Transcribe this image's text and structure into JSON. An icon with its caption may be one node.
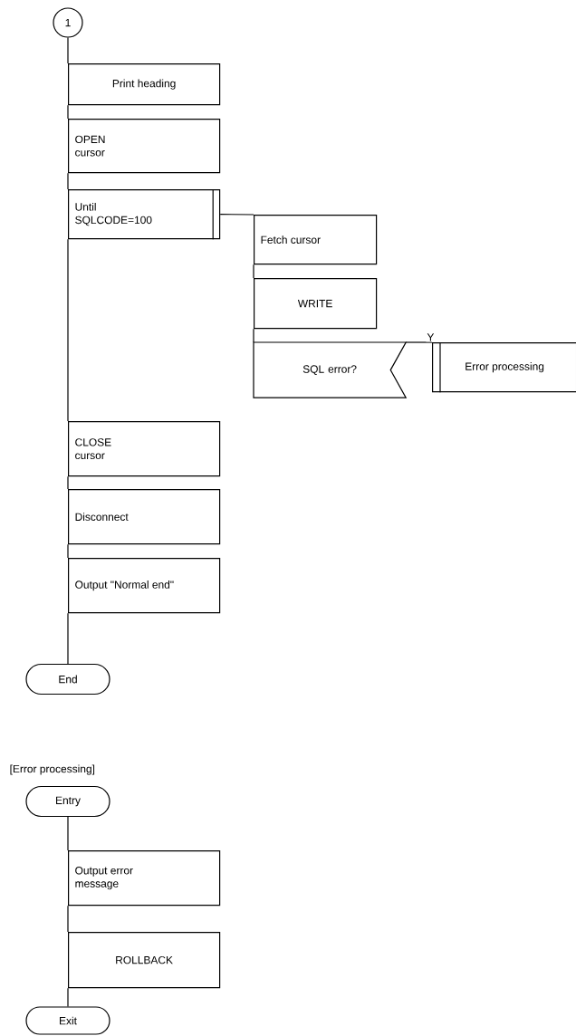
{
  "diagram": {
    "nodes": [
      {
        "text": [
          "1"
        ]
      },
      {
        "text": [
          "Print heading"
        ]
      },
      {
        "text": [
          "OPEN cursor"
        ]
      },
      {
        "text": [
          "Until SQLCODE=100"
        ]
      },
      {
        "text": [
          "Fetch cursor"
        ]
      },
      {
        "text": [
          "WRITE"
        ]
      },
      {
        "text": [
          "SQL error?"
        ]
      },
      {
        "text": [
          "Error processing"
        ]
      },
      {
        "text": [
          "CLOSE cursor"
        ]
      },
      {
        "text": [
          "Disconnect"
        ]
      },
      {
        "text": [
          "Output \"Normal end\""
        ]
      },
      {
        "text": [
          "End"
        ]
      },
      {
        "text": [
          "Entry"
        ]
      },
      {
        "text": [
          "Output error message"
        ]
      },
      {
        "text": [
          "ROLLBACK"
        ]
      },
      {
        "text": [
          "Exit"
        ]
      }
    ],
    "edges": [
      {
        "from": 0,
        "to": 1,
        "arrow": "none"
      },
      {
        "from": 1,
        "to": 2,
        "arrow": "none"
      },
      {
        "from": 2,
        "to": 3,
        "arrow": "none"
      },
      {
        "from": 3,
        "to": 8,
        "arrow": "none"
      },
      {
        "from": 8,
        "to": 9,
        "arrow": "none"
      },
      {
        "from": 9,
        "to": 10,
        "arrow": "none"
      },
      {
        "from": 10,
        "to": 11,
        "arrow": "none"
      },
      {
        "from": 3,
        "to": 4,
        "arrow": "none"
      },
      {
        "from": 4,
        "to": 5,
        "arrow": "none"
      },
      {
        "from": 5,
        "to": 6,
        "arrow": "none"
      },
      {
        "from": 6,
        "to": 7,
        "arrow": "none",
        "label": "Y"
      },
      {
        "from": 12,
        "to": 13,
        "arrow": "none"
      },
      {
        "from": 13,
        "to": 14,
        "arrow": "none"
      },
      {
        "from": 14,
        "to": 15,
        "arrow": "none"
      }
    ],
    "labels": [
      "[Error processing]"
    ]
  }
}
